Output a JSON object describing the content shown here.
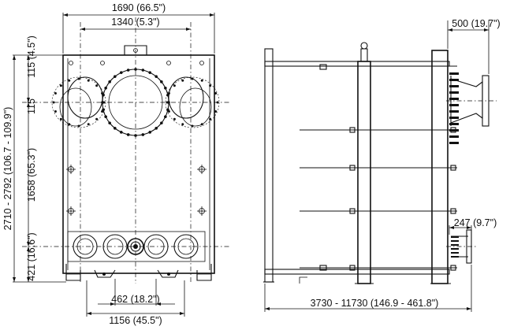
{
  "front_view": {
    "overall_width": "1690 (66.5\")",
    "bolt_width": "1340 (5.3\")",
    "overall_height": "2710 - 2792 (106.7 - 109.9\")",
    "top_offset": "115 (4.5\")",
    "port_offset": "115",
    "port_spacing": "1658 (65.3\")",
    "bottom_height": "421 (16.6\")",
    "foot_spacing": "462 (18.2\")",
    "base_width": "1156 (45.5\")"
  },
  "side_view": {
    "nozzle_length": "500 (19.7\")",
    "connection_length": "247 (9.7\")",
    "frame_length": "3730 - 11730 (146.9 - 461.8\")"
  }
}
